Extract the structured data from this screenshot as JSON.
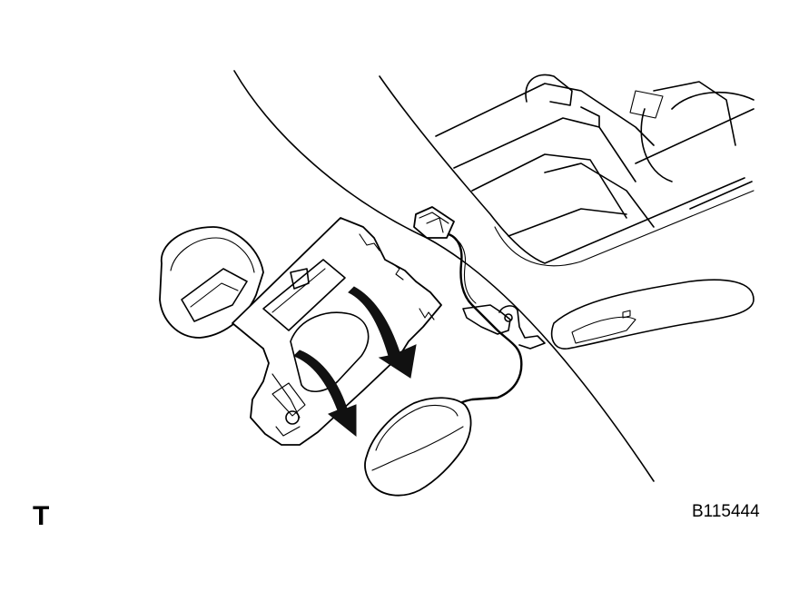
{
  "diagram": {
    "view_mark": "T",
    "figure_id": "B115444",
    "arrows": [
      {
        "name": "removal-arrow-upper",
        "direction": "down-right"
      },
      {
        "name": "removal-arrow-lower",
        "direction": "down-right"
      }
    ],
    "colors": {
      "line": "#000000",
      "background": "#ffffff",
      "arrow": "#111111"
    }
  }
}
